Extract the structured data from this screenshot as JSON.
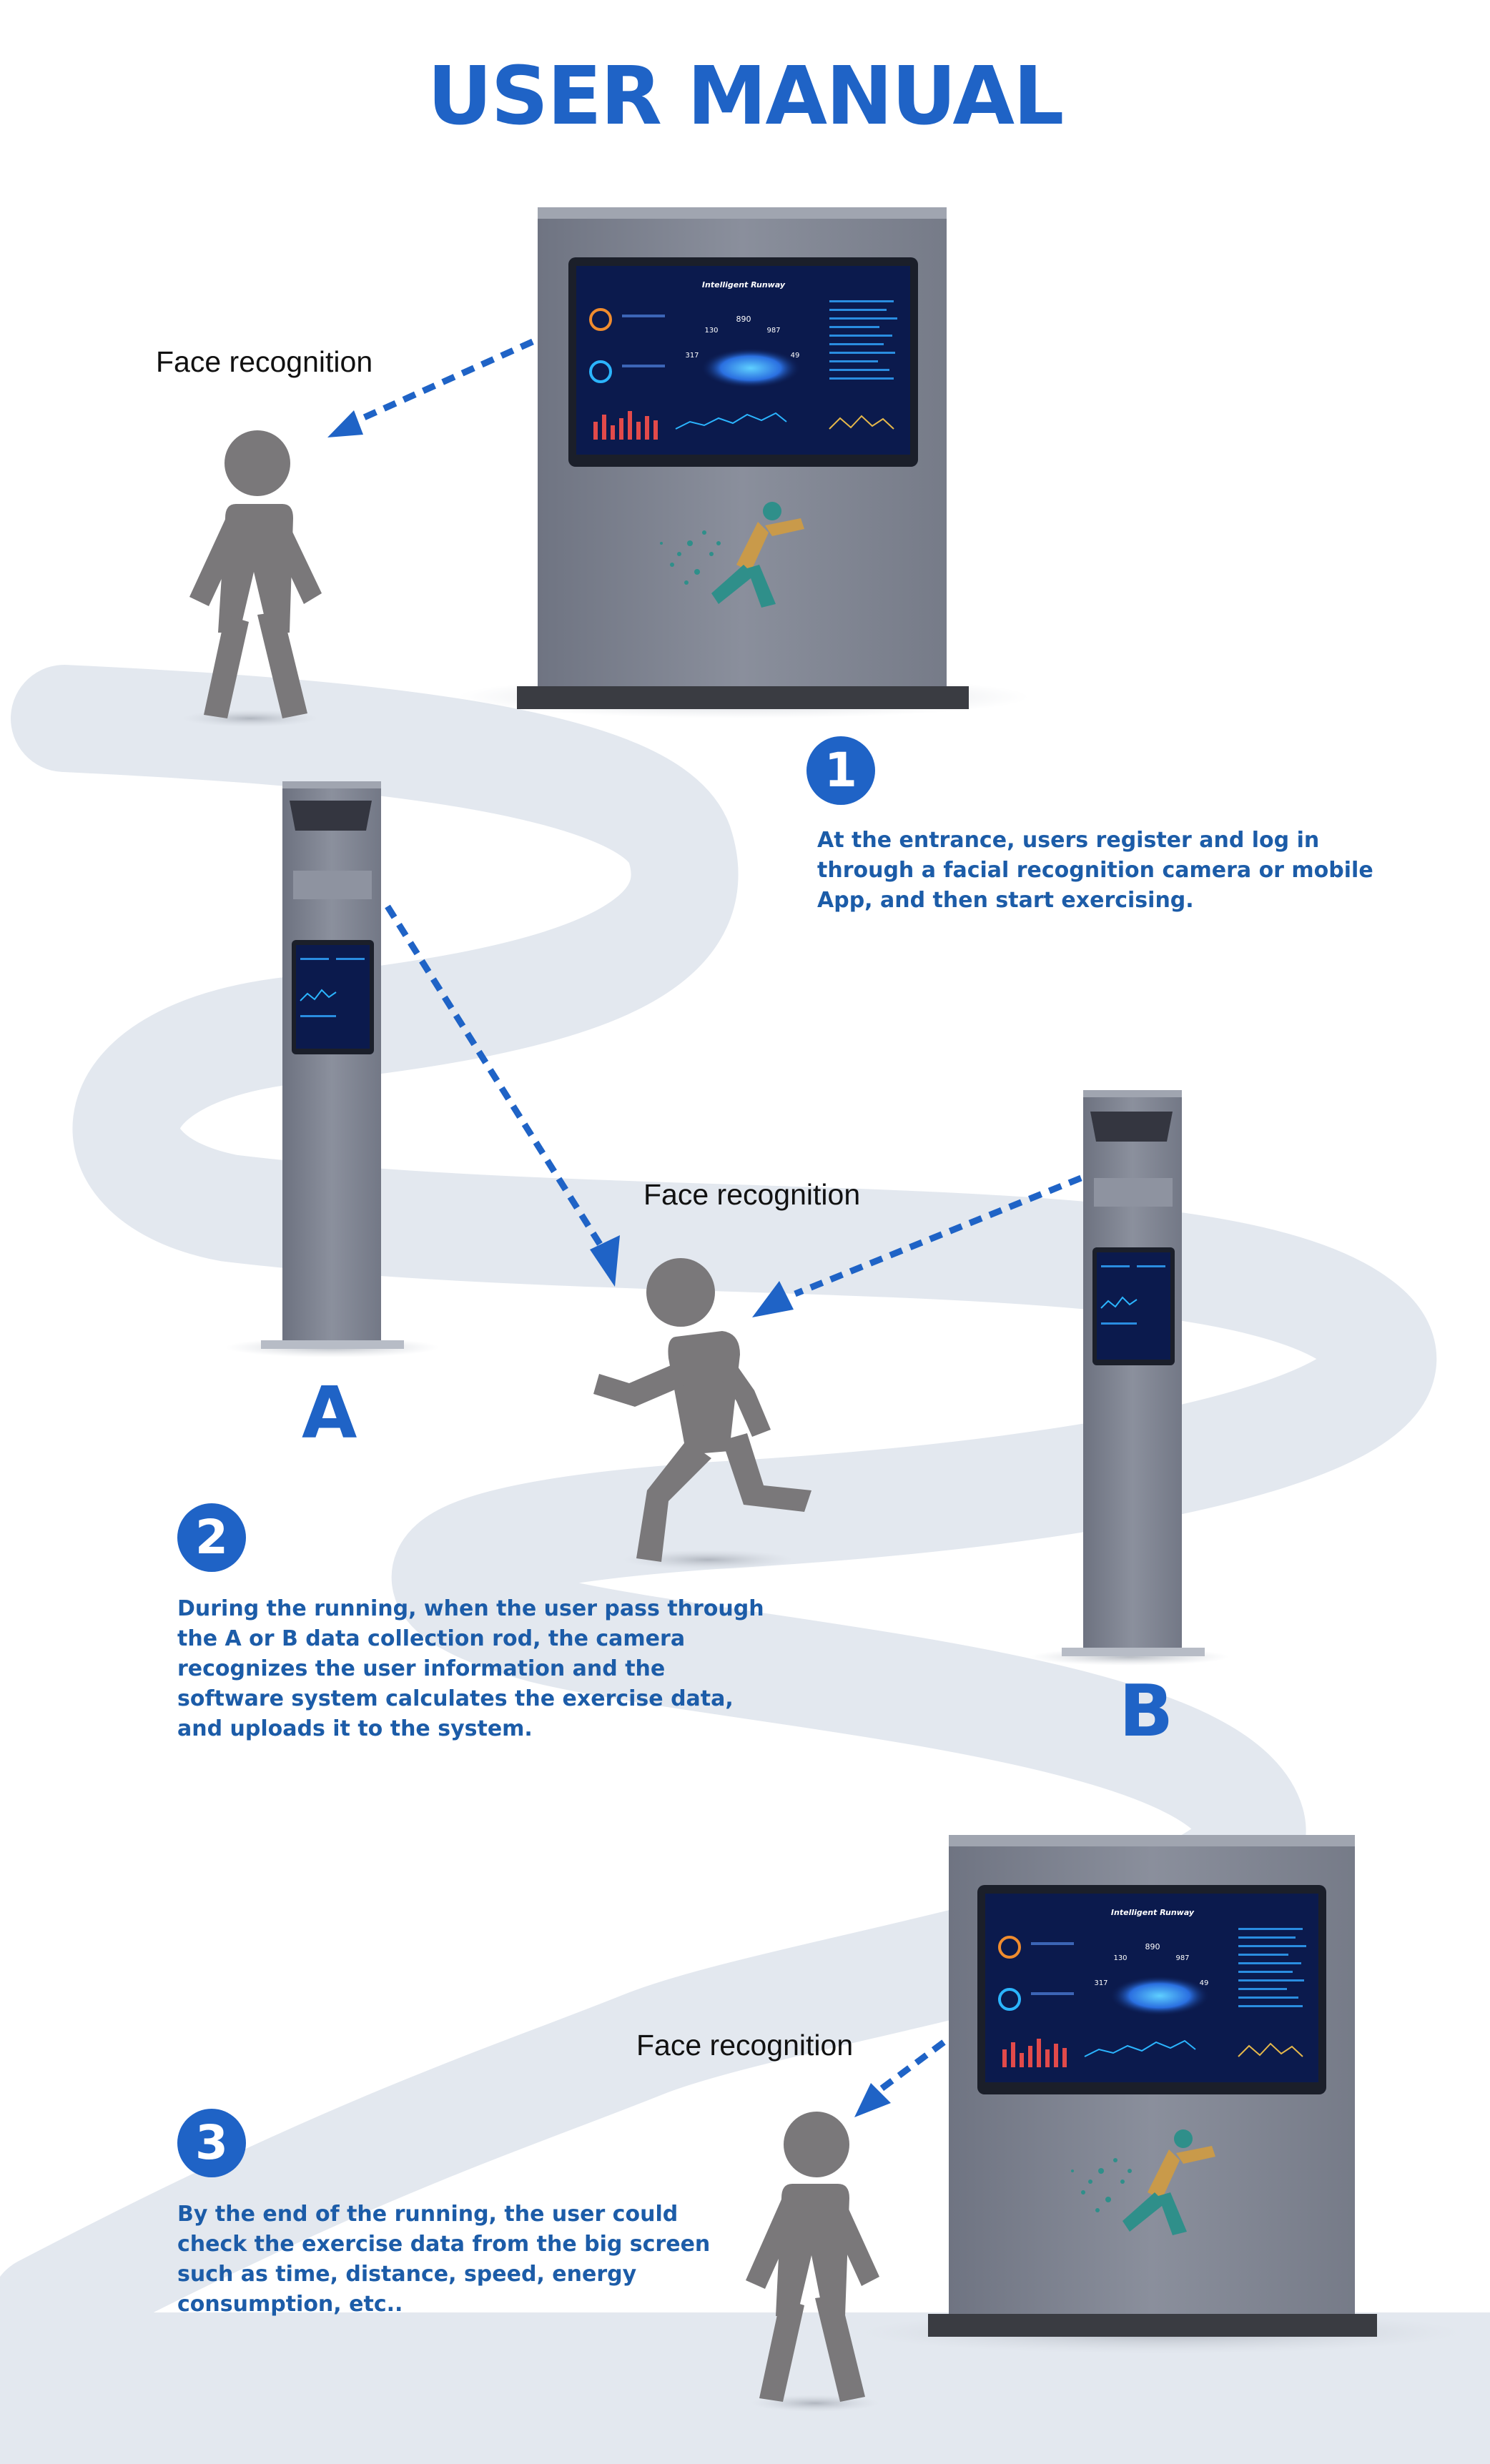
{
  "page": {
    "title": "USER MANUAL"
  },
  "labels": {
    "face_recognition_1": "Face recognition",
    "face_recognition_2": "Face recognition",
    "face_recognition_3": "Face recognition",
    "screen_title": "Intelligent Runway",
    "screen_title_2": "Intelligent Runway",
    "rod_a": "A",
    "rod_b": "B"
  },
  "screen_stats": [
    "890",
    "130",
    "987",
    "317",
    "49"
  ],
  "steps": [
    {
      "number": "1",
      "text": "At the entrance, users register and log in through a facial recognition camera or mobile App, and then start exercising."
    },
    {
      "number": "2",
      "text": "During the running, when the user pass through the A or B data collection rod, the camera recognizes the user information and the software system calculates the exercise data, and uploads it to the system."
    },
    {
      "number": "3",
      "text": "By the end of the running, the user could check the exercise data from the big screen such as time, distance, speed, energy consumption, etc.."
    }
  ],
  "colors": {
    "accent": "#1f63c6",
    "body_text": "#1c5ca8",
    "kiosk": "#7d8290",
    "figure": "#7a787a",
    "path": "#e3e8ef",
    "screen": "#0b1a4d"
  }
}
